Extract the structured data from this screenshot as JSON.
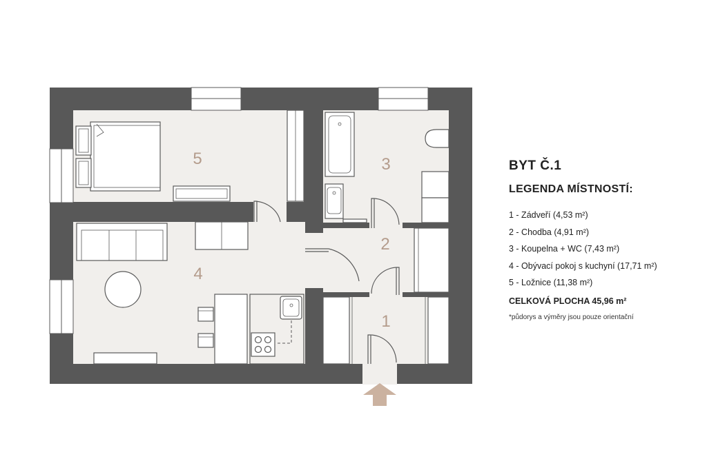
{
  "plan": {
    "room_numbers": [
      "5",
      "3",
      "2",
      "4",
      "1"
    ],
    "colors": {
      "wall": "#585858",
      "floor": "#f1efec",
      "line": "#5a5a5a",
      "accent": "#b49c8c",
      "arrow": "#cbb2a0"
    },
    "entrance_marker": "arrow-up-icon"
  },
  "legend": {
    "title": "BYT Č.1",
    "subtitle": "LEGENDA MÍSTNOSTÍ:",
    "rooms": [
      "1 - Zádveří (4,53 m²)",
      "2 - Chodba (4,91 m²)",
      "3 - Koupelna + WC (7,43 m²)",
      "4 - Obývací pokoj s kuchyní (17,71 m²)",
      "5 - Ložnice (11,38 m²)"
    ],
    "total": "CELKOVÁ PLOCHA 45,96 m²",
    "note": "*půdorys a výměry jsou pouze orientační"
  }
}
